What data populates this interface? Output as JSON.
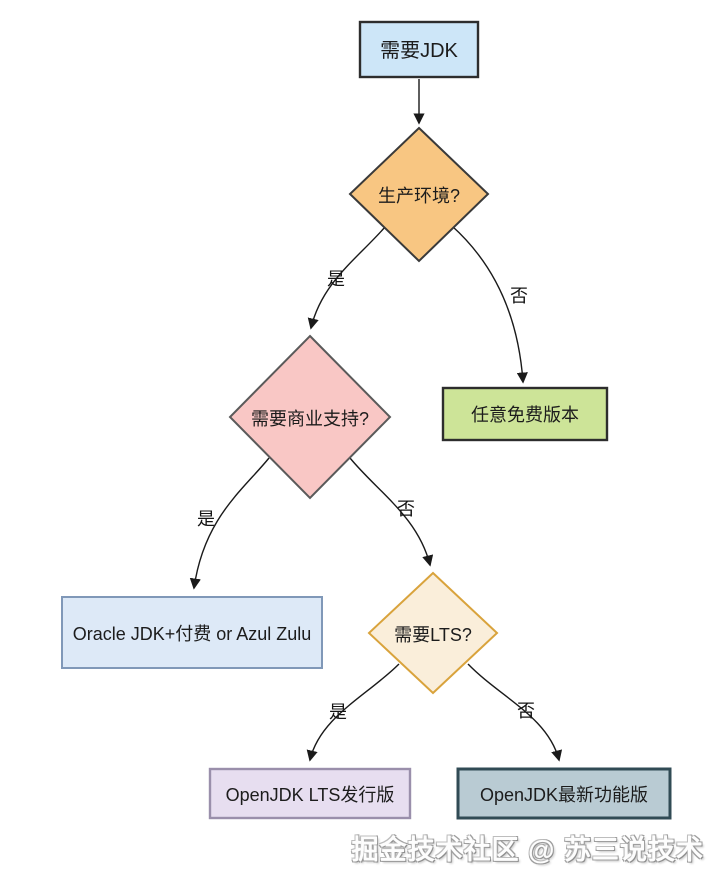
{
  "flowchart": {
    "nodes": {
      "need_jdk": {
        "label": "需要JDK",
        "fill": "#cde6f8",
        "stroke": "#2d2d2d"
      },
      "prod_env": {
        "label": "生产环境?",
        "fill": "#f8c682",
        "stroke": "#3a3a3a"
      },
      "commercial": {
        "label": "需要商业支持?",
        "fill": "#f9c7c5",
        "stroke": "#5a5a5a"
      },
      "any_free": {
        "label": "任意免费版本",
        "fill": "#cde498",
        "stroke": "#2d2d2d"
      },
      "oracle_azul": {
        "label": "Oracle JDK+付费 or Azul Zulu",
        "fill": "#dde9f7",
        "stroke": "#8098b8"
      },
      "need_lts": {
        "label": "需要LTS?",
        "fill": "#faeeda",
        "stroke": "#d9a33c"
      },
      "openjdk_lts": {
        "label": "OpenJDK LTS发行版",
        "fill": "#e7def0",
        "stroke": "#9a8fab"
      },
      "openjdk_latest": {
        "label": "OpenJDK最新功能版",
        "fill": "#b9cbd3",
        "stroke": "#314b55"
      }
    },
    "edges": {
      "prod_yes": {
        "label": "是"
      },
      "prod_no": {
        "label": "否"
      },
      "comm_yes": {
        "label": "是"
      },
      "comm_no": {
        "label": "否"
      },
      "lts_yes": {
        "label": "是"
      },
      "lts_no": {
        "label": "否"
      }
    },
    "arrow_color": "#1a1a1a"
  },
  "watermark": {
    "text": "掘金技术社区 @ 苏三说技术"
  }
}
